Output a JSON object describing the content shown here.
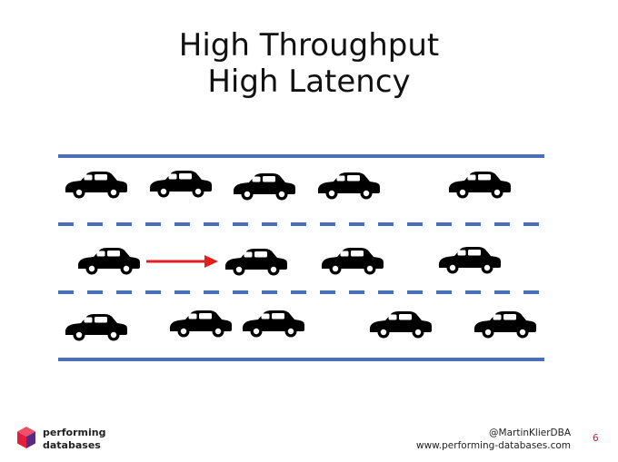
{
  "slide": {
    "title_line1": "High Throughput",
    "title_line2": "High Latency",
    "page_number": "6"
  },
  "footer": {
    "brand_line1": "performing",
    "brand_line2": "databases",
    "handle": "@MartinKlierDBA",
    "website": "www.performing-databases.com"
  },
  "colors": {
    "lane_line": "#4a6fb6",
    "arrow": "#e41e1e",
    "car": "#000000",
    "logo_red": "#e41e3c",
    "logo_purple": "#5a2a82"
  },
  "icons": {
    "car": "car-icon",
    "arrow": "arrow-right-icon",
    "logo": "performing-databases-logo"
  }
}
